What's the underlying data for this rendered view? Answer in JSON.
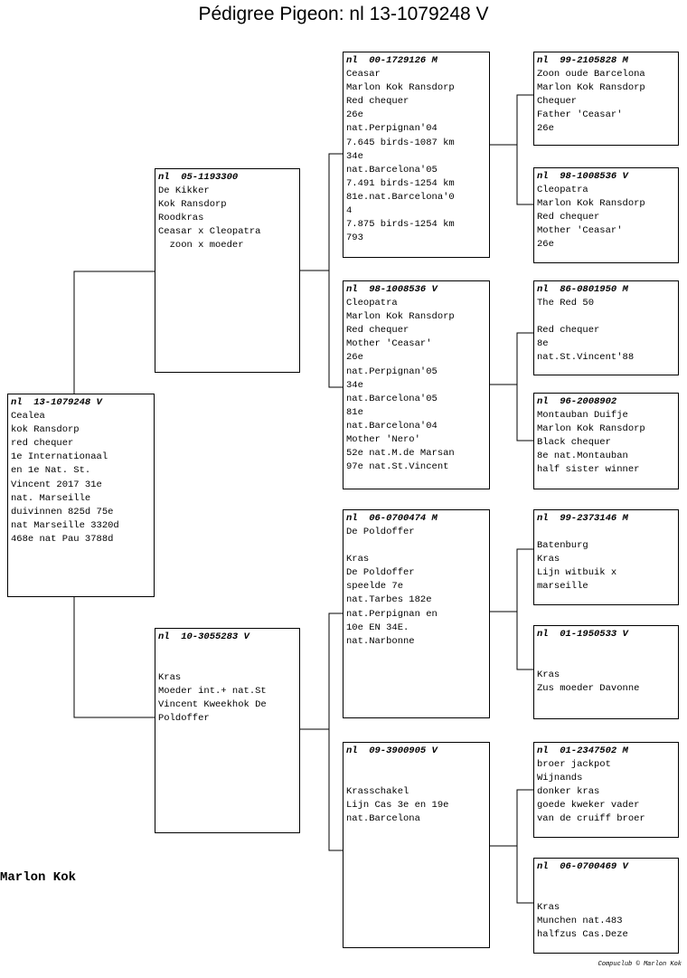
{
  "title": "Pédigree Pigeon: nl  13-1079248 V",
  "owner": "Marlon Kok",
  "footer": "Compuclub © Marlon Kok",
  "pigeons": {
    "subject": {
      "header": "nl  13-1079248 V",
      "lines": [
        "Cealea",
        "kok Ransdorp",
        "red chequer",
        "1e Internationaal",
        "en 1e Nat. St.",
        "Vincent 2017 31e",
        "nat. Marseille",
        "duivinnen 825d 75e",
        "nat Marseille 3320d",
        "468e nat Pau 3788d"
      ]
    },
    "sire": {
      "header": "nl  05-1193300",
      "lines": [
        "De Kikker",
        "Kok Ransdorp",
        "Roodkras",
        "Ceasar x Cleopatra",
        "  zoon x moeder"
      ]
    },
    "dam": {
      "header": "nl  10-3055283 V",
      "lines": [
        "",
        "",
        "Kras",
        "Moeder int.+ nat.St",
        "Vincent Kweekhok De",
        "Poldoffer"
      ]
    },
    "ss": {
      "header": "nl  00-1729126 M",
      "lines": [
        "Ceasar",
        "Marlon Kok Ransdorp",
        "Red chequer",
        "26e",
        "nat.Perpignan'04",
        "7.645 birds-1087 km",
        "34e",
        "nat.Barcelona'05",
        "7.491 birds-1254 km",
        "81e.nat.Barcelona'0",
        "4",
        "7.875 birds-1254 km",
        "793"
      ]
    },
    "sd": {
      "header": "nl  98-1008536 V",
      "lines": [
        "Cleopatra",
        "Marlon Kok Ransdorp",
        "Red chequer",
        "Mother 'Ceasar'",
        "26e",
        "nat.Perpignan'05",
        "34e",
        "nat.Barcelona'05",
        "81e",
        "nat.Barcelona'04",
        "Mother 'Nero'",
        "52e nat.M.de Marsan",
        "97e nat.St.Vincent"
      ]
    },
    "ds": {
      "header": "nl  06-0700474 M",
      "lines": [
        "De Poldoffer",
        "",
        "Kras",
        "De Poldoffer",
        "speelde 7e",
        "nat.Tarbes 182e",
        "nat.Perpignan en",
        "10e EN 34E.",
        "nat.Narbonne"
      ]
    },
    "dd": {
      "header": "nl  09-3900905 V",
      "lines": [
        "",
        "",
        "Krasschakel",
        "Lijn Cas 3e en 19e",
        "nat.Barcelona"
      ]
    },
    "sss": {
      "header": "nl  99-2105828 M",
      "lines": [
        "Zoon oude Barcelona",
        "Marlon Kok Ransdorp",
        "Chequer",
        "Father 'Ceasar'",
        "26e"
      ]
    },
    "ssd": {
      "header": "nl  98-1008536 V",
      "lines": [
        "Cleopatra",
        "Marlon Kok Ransdorp",
        "Red chequer",
        "Mother 'Ceasar'",
        "26e"
      ]
    },
    "sds": {
      "header": "nl  86-0801950 M",
      "lines": [
        "The Red 50",
        "",
        "Red chequer",
        "8e",
        "nat.St.Vincent'88"
      ]
    },
    "sdd": {
      "header": "nl  96-2008902",
      "lines": [
        "Montauban Duifje",
        "Marlon Kok Ransdorp",
        "Black chequer",
        "8e nat.Montauban",
        "half sister winner"
      ]
    },
    "dss": {
      "header": "nl  99-2373146 M",
      "lines": [
        "",
        "Batenburg",
        "Kras",
        "Lijn witbuik x",
        "marseille"
      ]
    },
    "dsd": {
      "header": "nl  01-1950533 V",
      "lines": [
        "",
        "",
        "Kras",
        "Zus moeder Davonne"
      ]
    },
    "dds": {
      "header": "nl  01-2347502 M",
      "lines": [
        "broer jackpot",
        "Wijnands",
        "donker kras",
        "goede kweker vader",
        "van de cruiff broer"
      ]
    },
    "ddd": {
      "header": "nl  06-0700469 V",
      "lines": [
        "",
        "",
        "Kras",
        "Munchen nat.483",
        "halfzus Cas.Deze"
      ]
    }
  }
}
